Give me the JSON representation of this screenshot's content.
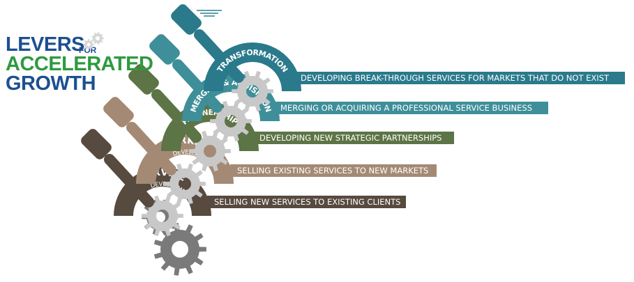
{
  "title": {
    "line1": "LEVERS",
    "for_word": "FOR",
    "line2": "ACCELERATED",
    "line3": "GROWTH"
  },
  "colors": {
    "title_blue": "#1d4f91",
    "title_green": "#2e9a3e",
    "gear_gray": "#7a7a7a",
    "gear_light": "#c8c8c8"
  },
  "levers": [
    {
      "label": "TRANSFORMATION",
      "sub": "",
      "description": "DEVELOPING BREAK-THROUGH SERVICES FOR MARKETS THAT DO NOT EXIST",
      "color": "#2a7a8c"
    },
    {
      "label": "MERGING & AQUISITION",
      "sub": "",
      "description": "MERGING OR ACQUIRING A PROFESSIONAL SERVICE BUSINESS",
      "color": "#3e8f99"
    },
    {
      "label": "PARTNERSHIP",
      "sub": "",
      "description": "DEVELOPING NEW STRATEGIC PARTNERSHIPS",
      "color": "#5c7446"
    },
    {
      "label": "MARKET",
      "sub": "DEVELOPMENT",
      "description": "SELLING EXISTING SERVICES TO NEW MARKETS",
      "color": "#a48a74"
    },
    {
      "label": "SERVICE",
      "sub": "DEVELOPMENT",
      "description": "SELLING NEW SERVICES TO EXISTING CLIENTS",
      "color": "#574a3e"
    }
  ]
}
